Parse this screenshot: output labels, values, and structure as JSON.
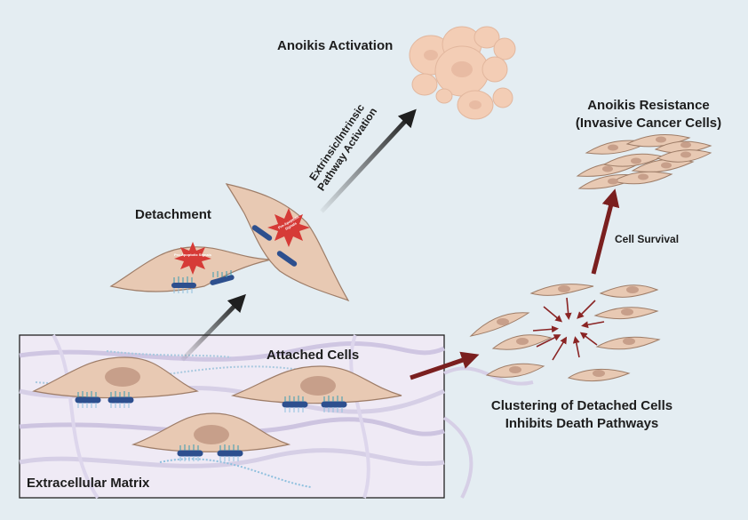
{
  "labels": {
    "anoikis_activation": "Anoikis Activation",
    "anoikis_resistance_line1": "Anoikis Resistance",
    "anoikis_resistance_line2": "(Invasive Cancer Cells)",
    "detachment": "Detachment",
    "attached_cells": "Attached Cells",
    "extracellular_matrix": "Extracellular Matrix",
    "clustering_line1": "Clustering of Detached Cells",
    "clustering_line2": "Inhibits Death Pathways",
    "cell_survival": "Cell Survival",
    "pathway_line1": "Extrinsic/Intrinsic",
    "pathway_line2": "Pathway Activation",
    "pro_apoptotic_signals": "Pro-Apoptotic Signals"
  },
  "colors": {
    "background": "#e4edf2",
    "cell_fill": "#e8c9b3",
    "cell_stroke": "#9e7d68",
    "nucleus": "#c79f8a",
    "apoptotic_body": "#f3cdb5",
    "signal_star": "#d63b37",
    "integrin": "#2d4f8e",
    "ecm_fiber": "#c8bfdc",
    "arrow_dark": "#1f1f1f",
    "arrow_red": "#7a1f1f"
  }
}
